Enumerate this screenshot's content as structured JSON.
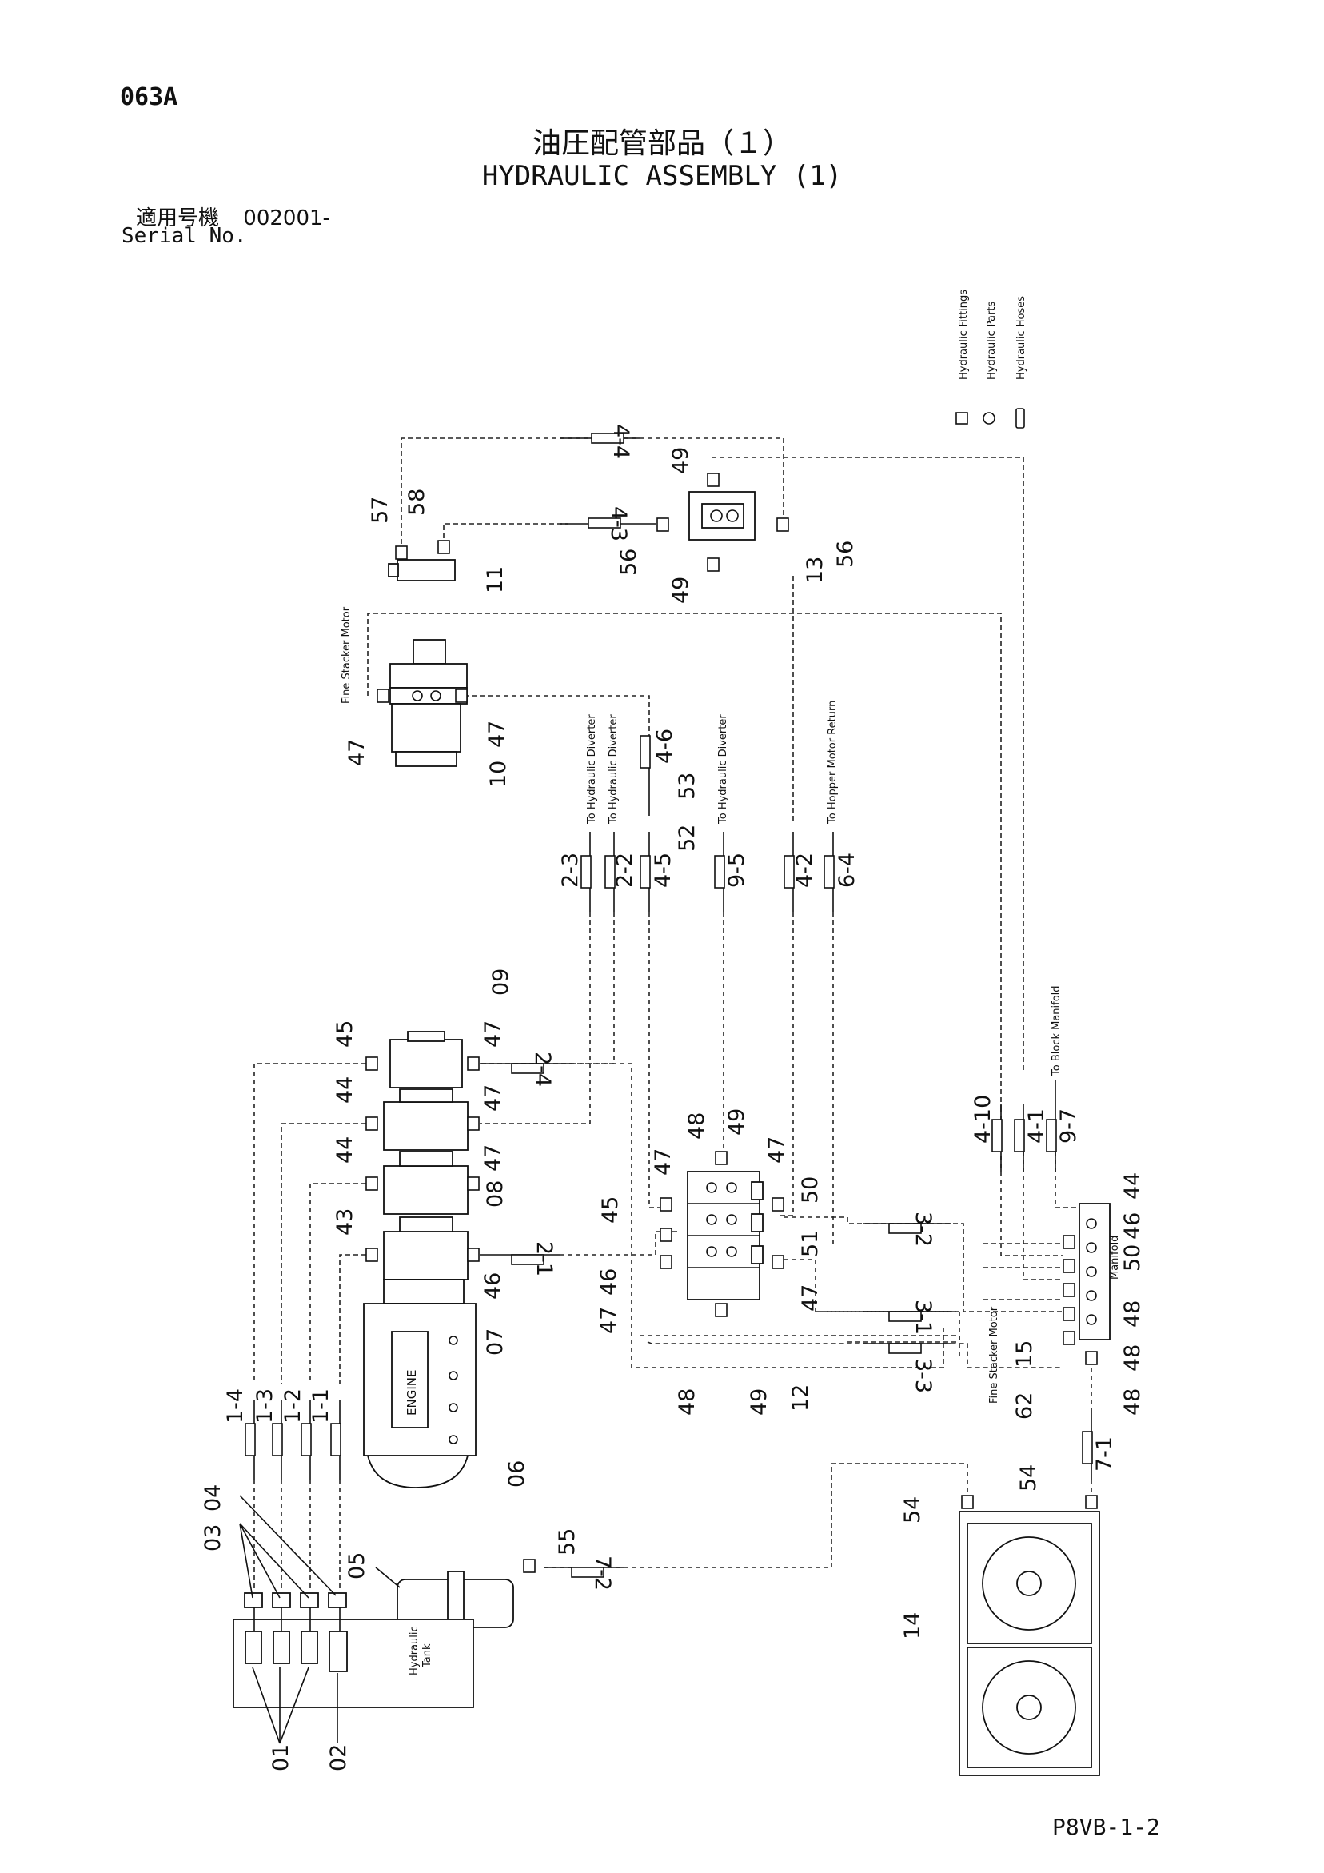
{
  "header": {
    "page_code": "063A",
    "title_jp": "油圧配管部品（１）",
    "title_en": "HYDRAULIC ASSEMBLY (1)",
    "serial_label_jp": "適用号機",
    "serial_value": "002001-",
    "serial_label_en": "Serial No."
  },
  "legend": {
    "fittings": "Hydraulic Fittings",
    "parts": "Hydraulic Parts",
    "hoses": "Hydraulic Hoses"
  },
  "annotations": {
    "fine_stacker_motor": "Fine Stacker Motor",
    "to_hyd_diverter": "To Hydraulic Diverter",
    "to_hopper_return": "To Hopper Motor Return",
    "to_block_manifold": "To Block Manifold",
    "manifold": "Manifold",
    "engine": "ENGINE",
    "hydraulic": "Hydraulic",
    "tank": "Tank"
  },
  "callouts": {
    "c01": "01",
    "c02": "02",
    "c03": "03",
    "c04": "04",
    "c05": "05",
    "c06": "06",
    "c07": "07",
    "c08": "08",
    "c09": "09",
    "c10": "10",
    "c11": "11",
    "c12": "12",
    "c13": "13",
    "c14": "14",
    "c15": "15",
    "c43": "43",
    "c44": "44",
    "c45": "45",
    "c46": "46",
    "c47": "47",
    "c48": "48",
    "c49": "49",
    "c50": "50",
    "c51": "51",
    "c52": "52",
    "c53": "53",
    "c54": "54",
    "c55": "55",
    "c56": "56",
    "c57": "57",
    "c58": "58",
    "c62": "62"
  },
  "hoses": {
    "h1_1": "1-1",
    "h1_2": "1-2",
    "h1_3": "1-3",
    "h1_4": "1-4",
    "h2_1": "2-1",
    "h2_2": "2-2",
    "h2_3": "2-3",
    "h2_4": "2-4",
    "h3_1": "3-1",
    "h3_2": "3-2",
    "h3_3": "3-3",
    "h4_1": "4-1",
    "h4_2": "4-2",
    "h4_3": "4-3",
    "h4_4": "4-4",
    "h4_5": "4-5",
    "h4_6": "4-6",
    "h4_10": "4-10",
    "h6_4": "6-4",
    "h7_1": "7-1",
    "h7_2": "7-2",
    "h9_5": "9-5",
    "h9_7": "9-7"
  },
  "footer": {
    "sheet_ref": "P8VB-1-2"
  }
}
